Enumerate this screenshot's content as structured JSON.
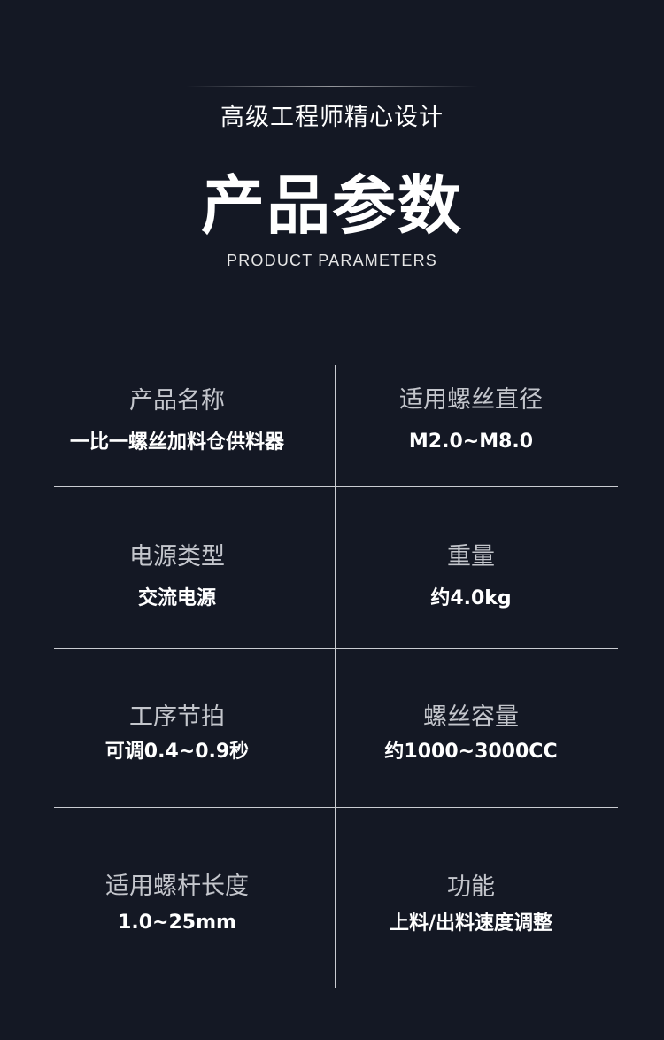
{
  "header": {
    "tagline": "高级工程师精心设计",
    "title": "产品参数",
    "subtitle": "PRODUCT PARAMETERS"
  },
  "params": [
    {
      "label": "产品名称",
      "value": "一比一螺丝加料仓供料器"
    },
    {
      "label": "适用螺丝直径",
      "value": "M2.0~M8.0"
    },
    {
      "label": "电源类型",
      "value": "交流电源"
    },
    {
      "label": "重量",
      "value": "约4.0kg"
    },
    {
      "label": "工序节拍",
      "value": "可调0.4~0.9秒"
    },
    {
      "label": "螺丝容量",
      "value": "约1000~3000CC"
    },
    {
      "label": "适用螺杆长度",
      "value": "1.0~25mm"
    },
    {
      "label": "功能",
      "value": "上料/出料速度调整"
    }
  ],
  "colors": {
    "background": "#141824",
    "label": "#c4c6cc",
    "value": "#ffffff",
    "divider": "#c9cbd1"
  }
}
